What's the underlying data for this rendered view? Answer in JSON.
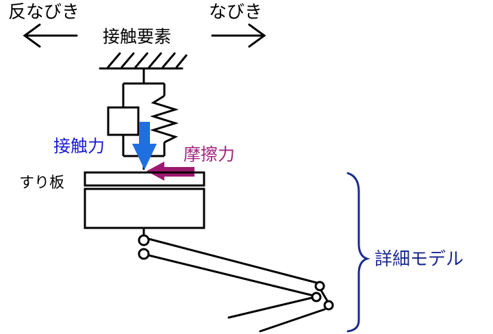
{
  "labels": {
    "reverse_bow": "反なびき",
    "bow": "なびき",
    "contact_element": "接触要素",
    "contact_force": "接触力",
    "friction_force": "摩擦力",
    "contact_strip": "すり板",
    "detailed_model": "詳細モデル"
  },
  "colors": {
    "contact_force_arrow": "#1f6fe0",
    "contact_force_text": "#1a1ad6",
    "friction_force_arrow": "#9e1a6e",
    "friction_force_text": "#a4237c",
    "brace_and_model_text": "#1a2a8c",
    "lines": "#000000"
  }
}
